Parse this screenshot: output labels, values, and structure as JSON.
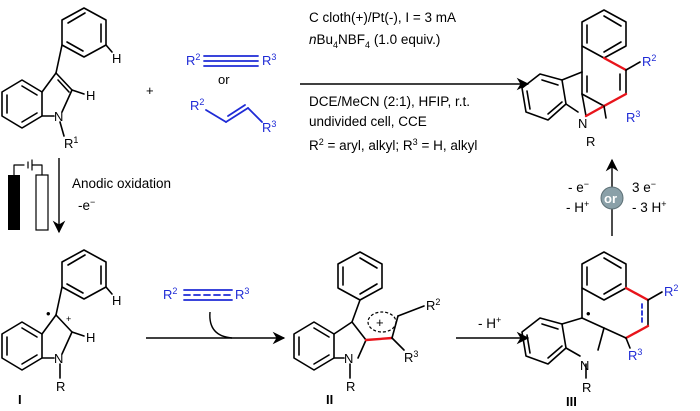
{
  "reagents": {
    "alkyne_r2": "R",
    "alkyne_r2_sup": "2",
    "alkyne_r3": "R",
    "alkyne_r3_sup": "3",
    "or_text": "or",
    "alkene_r2": "R",
    "alkene_r2_sup": "2",
    "alkene_r3": "R",
    "alkene_r3_sup": "3",
    "plus": "+"
  },
  "start": {
    "h1": "H",
    "h2": "H",
    "n": "N",
    "r1": "R",
    "r1_sup": "1"
  },
  "conditions": {
    "line1": "C cloth(+)/Pt(-), I = 3 mA",
    "line2_a": "n",
    "line2_b": "Bu",
    "line2_sub1": "4",
    "line2_c": "NBF",
    "line2_sub2": "4",
    "line2_d": " (1.0 equiv.)",
    "line3": "DCE/MeCN (2:1), HFIP, r.t.",
    "line4": "undivided cell, CCE",
    "line5_a": "R",
    "line5_sup1": "2",
    "line5_b": " = aryl, alkyl; R",
    "line5_sup2": "3",
    "line5_c": " = H, alkyl"
  },
  "product": {
    "r2": "R",
    "r2_sup": "2",
    "r3": "R",
    "r3_sup": "3",
    "n": "N",
    "r": "R"
  },
  "anodic": {
    "line1": "Anodic oxidation",
    "line2": "-e",
    "line2_sup": "−"
  },
  "oxid": {
    "left1": "- e",
    "left1_sup": "−",
    "left2": "- H",
    "left2_sup": "+",
    "center": "or",
    "right1": "3 e",
    "right1_sup": "−",
    "right2": "- 3 H",
    "right2_sup": "+"
  },
  "int_I": {
    "h1": "H",
    "h2": "H",
    "n": "N",
    "r": "R",
    "dot": "•",
    "plus": "+",
    "label": "I"
  },
  "mid_reagent": {
    "r2": "R",
    "r2_sup": "2",
    "r3": "R",
    "r3_sup": "3"
  },
  "int_II": {
    "plus": "+",
    "r2": "R",
    "r2_sup": "2",
    "r3": "R",
    "r3_sup": "3",
    "n": "N",
    "r": "R",
    "label": "II"
  },
  "deprot": {
    "text": "- H",
    "sup": "+"
  },
  "int_III": {
    "dot": "•",
    "r2": "R",
    "r2_sup": "2",
    "r3": "R",
    "r3_sup": "3",
    "n": "N",
    "r": "R",
    "label": "III"
  }
}
